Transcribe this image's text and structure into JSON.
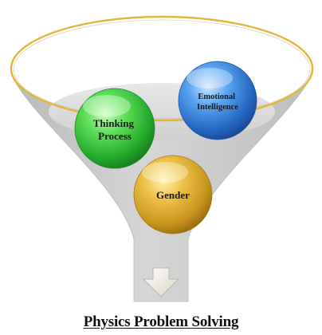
{
  "diagram": {
    "factors": [
      {
        "id": "thinking",
        "lines": [
          "Thinking",
          "Process"
        ],
        "color": "green"
      },
      {
        "id": "emotional",
        "lines": [
          "Emotional",
          "Intelligence"
        ],
        "color": "blue"
      },
      {
        "id": "gender",
        "lines": [
          "Gender"
        ],
        "color": "gold"
      }
    ],
    "outcome": "Physics Problem Solving",
    "colors": {
      "funnel": "#c8c8c8",
      "rim": "#e2b63a",
      "green": "#3fcf3f",
      "blue": "#3a86e0",
      "gold": "#d9a928"
    }
  }
}
